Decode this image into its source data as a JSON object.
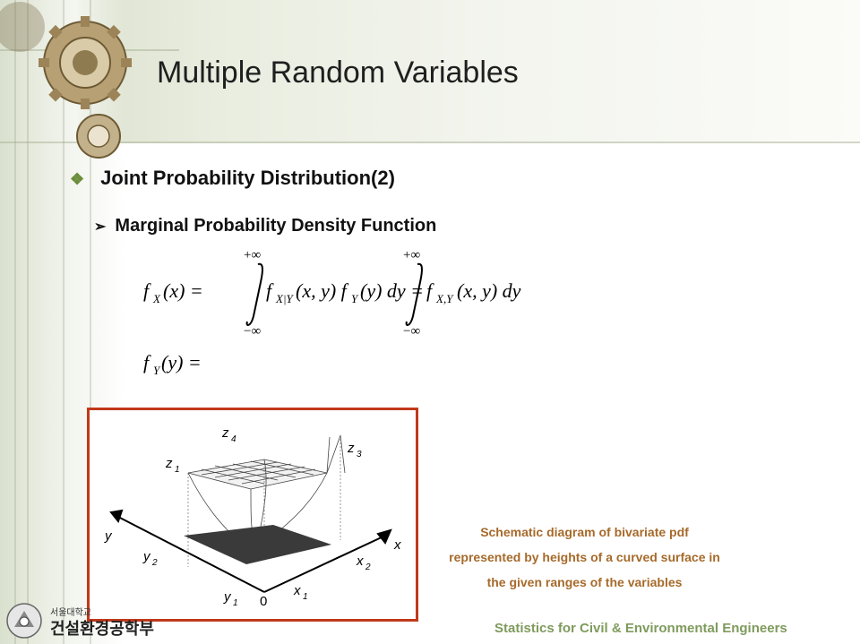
{
  "slide": {
    "title": "Multiple Random Variables",
    "bullet1": {
      "symbol": "❖",
      "text": "Joint Probability Distribution(2)"
    },
    "bullet2": {
      "symbol": "➢",
      "text": "Marginal Probability Density Function"
    },
    "formula1": {
      "lhs": "f",
      "lhs_sub": "X",
      "lhs_arg": "(x) =",
      "upper": "+∞",
      "lower": "−∞",
      "term1": "f",
      "term1_sub": "X|Y",
      "term1_rest": "(x, y) f",
      "term1_sub2": "Y",
      "term1_rest2": "(y) dy =",
      "term2": "f",
      "term2_sub": "X,Y",
      "term2_rest": "(x, y) dy"
    },
    "formula2": {
      "lhs": "f",
      "lhs_sub": "Y",
      "rest": "(y) ="
    },
    "figure": {
      "labels": {
        "z4": "z",
        "z4_sub": "4",
        "z1": "z",
        "z1_sub": "1",
        "z3": "z",
        "z3_sub": "3",
        "y": "y",
        "x": "x",
        "y2": "y",
        "y2_sub": "2",
        "x2": "x",
        "x2_sub": "2",
        "y1": "y",
        "y1_sub": "1",
        "x1": "x",
        "x1_sub": "1",
        "zero": "0"
      }
    },
    "caption_lines": [
      "Schematic diagram of bivariate pdf",
      "represented by heights of a curved surface in",
      "the given ranges of the variables"
    ],
    "footer": "Statistics for Civil & Environmental Engineers",
    "logo": {
      "small": "서울대학교",
      "big": "건설환경공학부"
    }
  },
  "colors": {
    "accent_green": "#6b8d3a",
    "frame_red": "#c0391a",
    "caption_brown": "#a66a2a",
    "footer_green": "#7f9b5d"
  }
}
